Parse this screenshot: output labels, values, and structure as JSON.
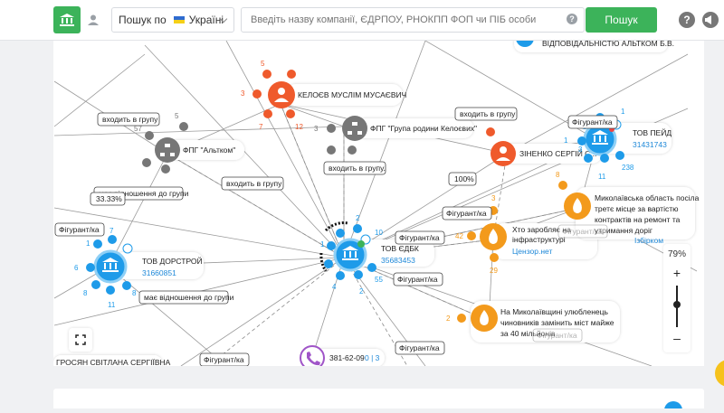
{
  "header": {
    "scope_label": "Пошук по",
    "scope_value": "Україні",
    "search_placeholder": "Введіть назву компанії, ЄДРПОУ, РНОКПП ФОП чи ПІБ особи",
    "search_button": "Пошук",
    "help_glyph": "?"
  },
  "colors": {
    "brand_green": "#3cb35a",
    "node_blue": "#1e9be9",
    "node_orange": "#f39a1c",
    "node_red": "#ef5a2c",
    "node_gray": "#777777",
    "node_purple": "#a055c8"
  },
  "graph": {
    "nodes": {
      "kel_name": "КЕЛОЄВ МУСЛІМ МУСАЄВИЧ",
      "fpg_altkom": "ФПГ \"Альтком\"",
      "fpg_kel": "ФПГ \"Група родини Келоєвих\"",
      "zinenko": "ЗІНЕНКО СЕРГІЙ С...",
      "tov_peid": "ТОВ ПЕЙД",
      "tov_peid_code": "31431743",
      "tov_dorstroi": "ТОВ ДОРСТРОЙ",
      "tov_dorstroi_code": "31660851",
      "tov_edbk": "ТОВ ЄДБК",
      "tov_edbk_code": "35683453",
      "top_text": "ВІДПОВІДАЛЬНІСТЮ АЛЬТКОМ Б.В.",
      "news1_l1": "Хто заробляє на",
      "news1_l2": "інфраструктурі",
      "news1_src": "Цензор.нет",
      "news2_l1": "Миколаївська область посіла",
      "news2_l2": "третє місце за вартістю",
      "news2_l3": "контрактів на ремонт та",
      "news2_l4": "утримання доріг",
      "news2_src": "Ізбірком",
      "news3_l1": "На Миколаївщині улюбленець",
      "news3_l2": "чиновників замінить міст майже",
      "news3_l3": "за 40 мільйонів",
      "person_bottom": "ГРОСЯН СВІТЛАНА СЕРГІЇВНА",
      "phone": "381-62-09",
      "phone_counts": "0 | 3"
    },
    "labels": {
      "group1": "входить в групу",
      "group2": "входить в групу",
      "group3": "входить в групу.",
      "group4": "входить в групу",
      "relation1": "має відношення до групи",
      "relation2": "має відношення до групи",
      "fig1": "Фігурант/ка",
      "fig2": "Фігурант/ка",
      "fig3": "Фігурант/ка",
      "fig4": "Фігурант/ка",
      "fig5": "Фігурант/ка",
      "fig6": "Фігурант/ка",
      "fig7": "Фігурант/ка",
      "pct1": "33.33%",
      "pct2": "100%",
      "faded1": "Фігурант/ка",
      "faded2": "Фігурант/ка"
    },
    "counts": {
      "k_top": "5",
      "k_left": "3",
      "k_bl": "7",
      "k_br": "12",
      "fpg_a": "57",
      "fpg_b": "5",
      "fpg_k": "3",
      "peid_a": "1",
      "peid_b": "1",
      "peid_c": "3",
      "peid_d": "11",
      "peid_e": "238",
      "dor_a": "7",
      "dor_b": "1",
      "dor_c": "6",
      "dor_d": "8",
      "dor_e": "8",
      "dor_f": "11",
      "edbk_a": "2",
      "edbk_b": "10",
      "edbk_c": "1",
      "edbk_d": "4",
      "edbk_e": "55",
      "edbk_f": "2",
      "news1_a": "3",
      "news1_b": "42",
      "news1_c": "29",
      "news2_a": "8",
      "news3_a": "2"
    }
  },
  "zoom": {
    "level": "79%",
    "plus": "+",
    "minus": "–"
  }
}
